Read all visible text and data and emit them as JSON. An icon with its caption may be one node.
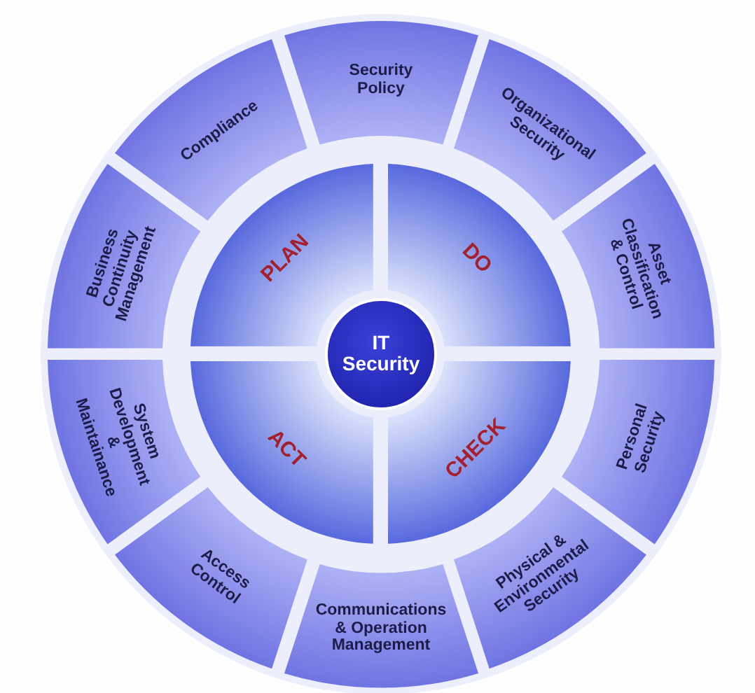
{
  "diagram": {
    "nodes": [
      {
        "text": [
          "Security Policy"
        ]
      },
      {
        "text": [
          "Compliance"
        ]
      },
      {
        "text": [
          "Organizational Security"
        ]
      },
      {
        "text": [
          "Business Continuity Management"
        ]
      },
      {
        "text": [
          "Asset Classification & Control"
        ]
      },
      {
        "text": [
          "PLAN"
        ]
      },
      {
        "text": [
          "DO"
        ]
      },
      {
        "text": [
          "IT Security"
        ]
      },
      {
        "text": [
          "ACT"
        ]
      },
      {
        "text": [
          "CHECK"
        ]
      },
      {
        "text": [
          "System Development & Maintainance"
        ]
      },
      {
        "text": [
          "Personal Security"
        ]
      },
      {
        "text": [
          "Access Control"
        ]
      },
      {
        "text": [
          "Physical & Environmental Security"
        ]
      },
      {
        "text": [
          "Communications & Operation Management"
        ]
      }
    ]
  }
}
